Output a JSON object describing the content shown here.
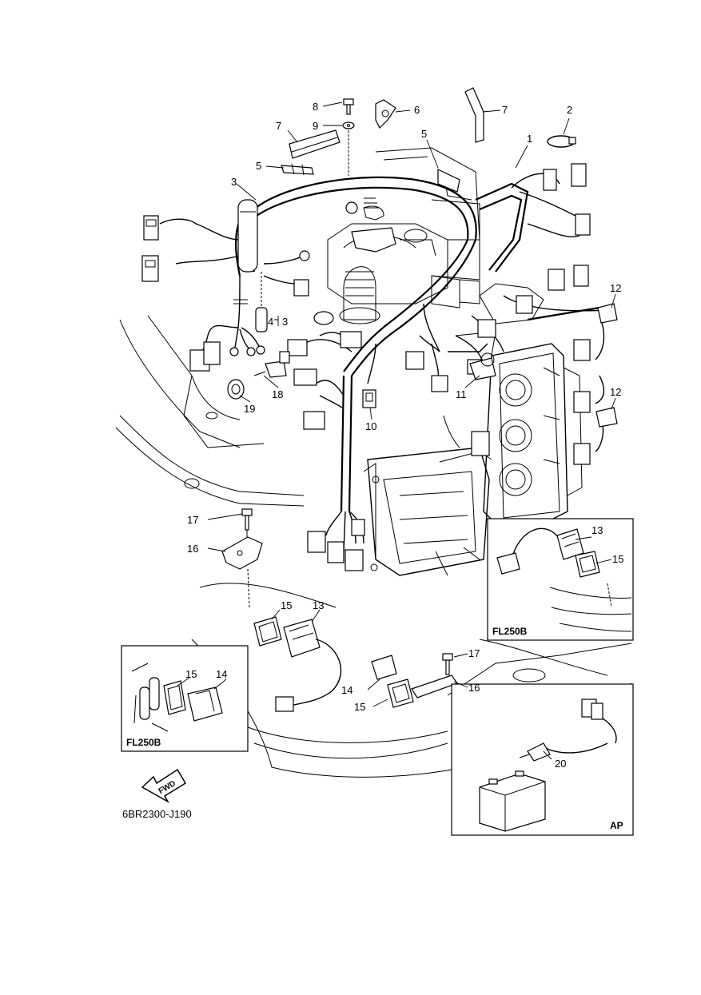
{
  "diagram": {
    "code": "6BR2300-J190",
    "fwd_arrow_label": "FWD",
    "insets": {
      "left": {
        "label": "FL250B"
      },
      "right_top": {
        "label": "FL250B"
      },
      "bottom_right": {
        "label": "AP"
      }
    },
    "callouts": [
      {
        "id": "c1",
        "text": "1"
      },
      {
        "id": "c2",
        "text": "2"
      },
      {
        "id": "c3a",
        "text": "3"
      },
      {
        "id": "c3b",
        "text": "3"
      },
      {
        "id": "c4",
        "text": "4"
      },
      {
        "id": "c5a",
        "text": "5"
      },
      {
        "id": "c5b",
        "text": "5"
      },
      {
        "id": "c6",
        "text": "6"
      },
      {
        "id": "c7a",
        "text": "7"
      },
      {
        "id": "c7b",
        "text": "7"
      },
      {
        "id": "c8",
        "text": "8"
      },
      {
        "id": "c9",
        "text": "9"
      },
      {
        "id": "c10",
        "text": "10"
      },
      {
        "id": "c11",
        "text": "11"
      },
      {
        "id": "c12a",
        "text": "12"
      },
      {
        "id": "c12b",
        "text": "12"
      },
      {
        "id": "c13a",
        "text": "13"
      },
      {
        "id": "c13b",
        "text": "13"
      },
      {
        "id": "c14a",
        "text": "14"
      },
      {
        "id": "c14b",
        "text": "14"
      },
      {
        "id": "c15a",
        "text": "15"
      },
      {
        "id": "c15b",
        "text": "15"
      },
      {
        "id": "c15c",
        "text": "15"
      },
      {
        "id": "c15d",
        "text": "15"
      },
      {
        "id": "c16a",
        "text": "16"
      },
      {
        "id": "c16b",
        "text": "16"
      },
      {
        "id": "c17a",
        "text": "17"
      },
      {
        "id": "c17b",
        "text": "17"
      },
      {
        "id": "c18",
        "text": "18"
      },
      {
        "id": "c19",
        "text": "19"
      },
      {
        "id": "c20",
        "text": "20"
      }
    ]
  }
}
